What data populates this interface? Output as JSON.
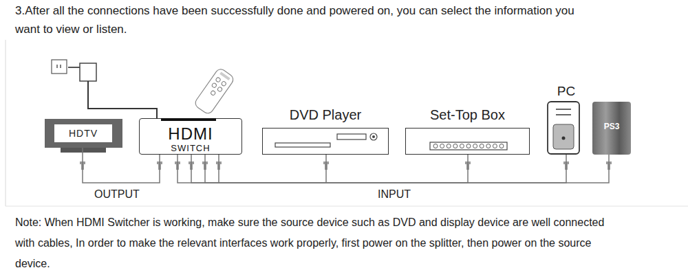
{
  "diagram": {
    "title": "3.After all the connections have been successfully done and powered on, you can select the information you want to view or listen.",
    "caption": "Note: When HDMI Switcher is working, make sure the source device such as DVD and display device are well connected with cables, In order to make the relevant interfaces work properly, first power on the splitter, then power on the source device.",
    "nodes": [
      {
        "text": [
          "HDTV"
        ]
      },
      {
        "text": [
          "HDMI",
          "SWITCH"
        ]
      },
      {
        "text": [
          "DVD Player"
        ]
      },
      {
        "text": [
          "Set-Top Box"
        ]
      },
      {
        "text": [
          "PC"
        ]
      },
      {
        "text": [
          "PS3"
        ]
      }
    ],
    "edges": [
      {
        "from": 1,
        "to": 0,
        "arrow": "none"
      },
      {
        "from": 2,
        "to": 1,
        "arrow": "none"
      },
      {
        "from": 3,
        "to": 1,
        "arrow": "none"
      },
      {
        "from": 4,
        "to": 1,
        "arrow": "none"
      },
      {
        "from": 5,
        "to": 1,
        "arrow": "none"
      }
    ],
    "labels": [
      "OUTPUT",
      "INPUT"
    ]
  }
}
